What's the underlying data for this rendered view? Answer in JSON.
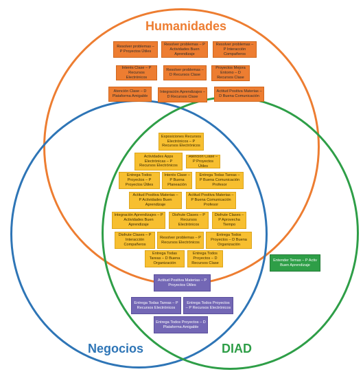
{
  "colors": {
    "humanidades": "#ed7d31",
    "negocios": "#2e75b6",
    "diad": "#2e9e47",
    "intersection_box": "#f7bf30",
    "negocios_box": "#7367b5",
    "diad_box": "#2e9e47"
  },
  "titles": {
    "humanidades": "Humanidades",
    "negocios": "Negocios",
    "diad": "DIAD"
  },
  "humanidades_boxes": [
    "Resolver problemas – P Proyectos Útiles",
    "Resolver problemas – P Actividades Buen Aprendizaje",
    "Resolver problemas – P Interacción Compañeros",
    "Interés Clase – P Recursos Electrónicos",
    "Resolver problemas – D Recursos Clase",
    "Proyectos Mejora Entorno – D Recursos Clase",
    "Atención Clase – D Plataforma Amigable",
    "Integración Aprendizajes – D Recursos Clase",
    "Actitud Positiva Materias – D Buena Comunicación"
  ],
  "intersection_boxes": [
    "Exposiciones Recursos Electrónicos – P Recursos Electrónicos",
    "Actividades Apps Electrónicas – P Recursos Electrónicos",
    "Atención Clase – P Proyectos Útiles",
    "Entrega Todos Proyectos – P Proyectos Útiles",
    "Interés Clase – P Buena Planeación",
    "Entrega Todas Tareas – P Buena Comunicación Profesor",
    "Actitud Positiva Materias – P Actividades Buen Aprendizaje",
    "Actitud Positiva Materias – P Buena Comunicación Profesor",
    "Integración Aprendizajes – P Actividades Buen Aprendizaje",
    "Disfrute Clases – P Recursos Electrónicos",
    "Disfrute Clases – P Aprovecha Tiempo",
    "Disfrute Clases – P Interacción Compañeros",
    "Resolver problemas – P Recursos Electrónicos",
    "Entrega Todos Proyectos – D Buena Organización",
    "Entrega Todas Tareas – D Buena Organización",
    "Entrega Todos Proyectos – D Recursos Clase"
  ],
  "negocios_diad_boxes": [
    "Actitud Positiva Materias – P Proyectos Útiles",
    "Entrega Todas Tareas – P Recursos Electrónicos",
    "Entrega Todos Proyectos – P Recursos Electrónicos",
    "Entrega Todos Proyectos – D Plataforma Amigable"
  ],
  "diad_boxes": [
    "Entender Temas – P Activ Buen Aprendizaje"
  ]
}
